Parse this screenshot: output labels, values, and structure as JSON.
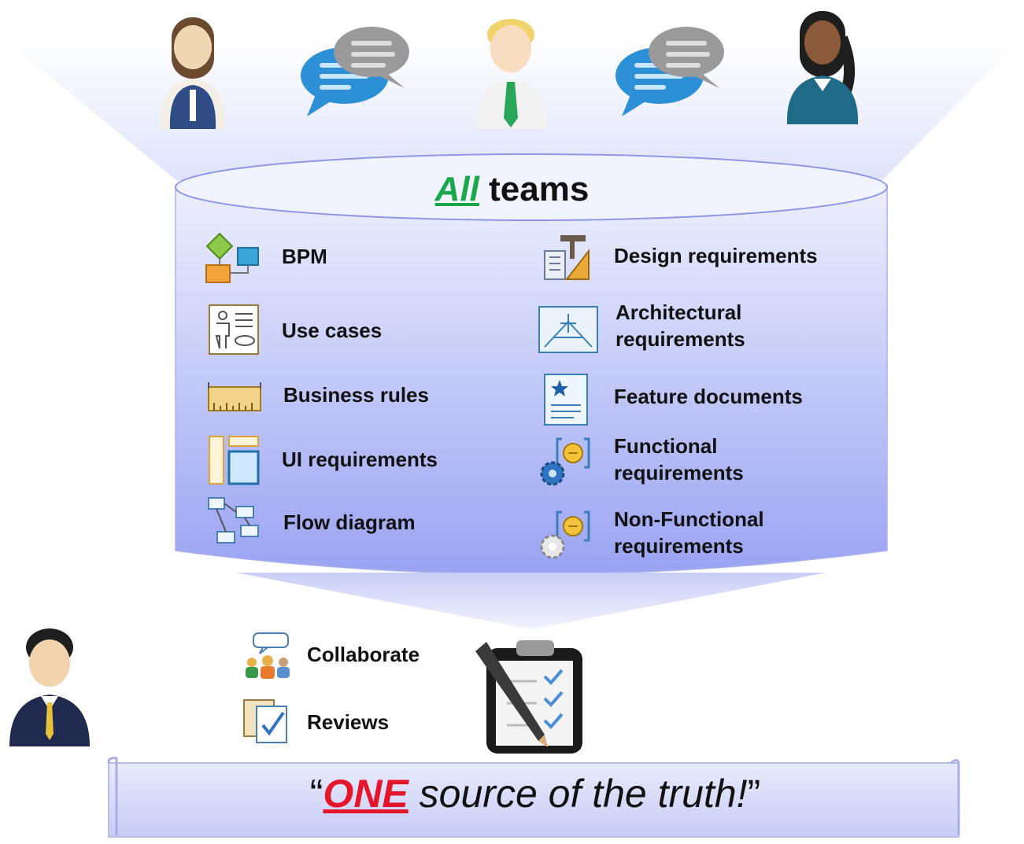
{
  "header": {
    "title_emphasis": "All",
    "title_rest": "teams"
  },
  "left_items": [
    {
      "label": "BPM",
      "icon": "bpm-diagram-icon"
    },
    {
      "label": "Use cases",
      "icon": "use-case-icon"
    },
    {
      "label": "Business rules",
      "icon": "ruler-icon"
    },
    {
      "label": "UI requirements",
      "icon": "ui-layout-icon"
    },
    {
      "label": "Flow diagram",
      "icon": "flow-diagram-icon"
    }
  ],
  "right_items": [
    {
      "label": "Design requirements",
      "icon": "design-tools-icon"
    },
    {
      "label": "Architectural requirements",
      "icon": "architecture-icon"
    },
    {
      "label": "Feature documents",
      "icon": "feature-document-icon"
    },
    {
      "label": "Functional requirements",
      "icon": "functional-gear-icon"
    },
    {
      "label": "Non-Functional requirements",
      "icon": "nonfunctional-gear-icon"
    }
  ],
  "actions": [
    {
      "label": "Collaborate",
      "icon": "collaborate-people-icon"
    },
    {
      "label": "Reviews",
      "icon": "review-clipboard-icon"
    }
  ],
  "banner": {
    "open_quote": "“",
    "emphasis": "ONE",
    "rest": " source of the truth!",
    "close_quote": "”"
  },
  "colors": {
    "funnel_light": "#eef0fc",
    "funnel_dark": "#9aa3f2",
    "title_green": "#1aa84a",
    "banner_red": "#e3162b"
  }
}
